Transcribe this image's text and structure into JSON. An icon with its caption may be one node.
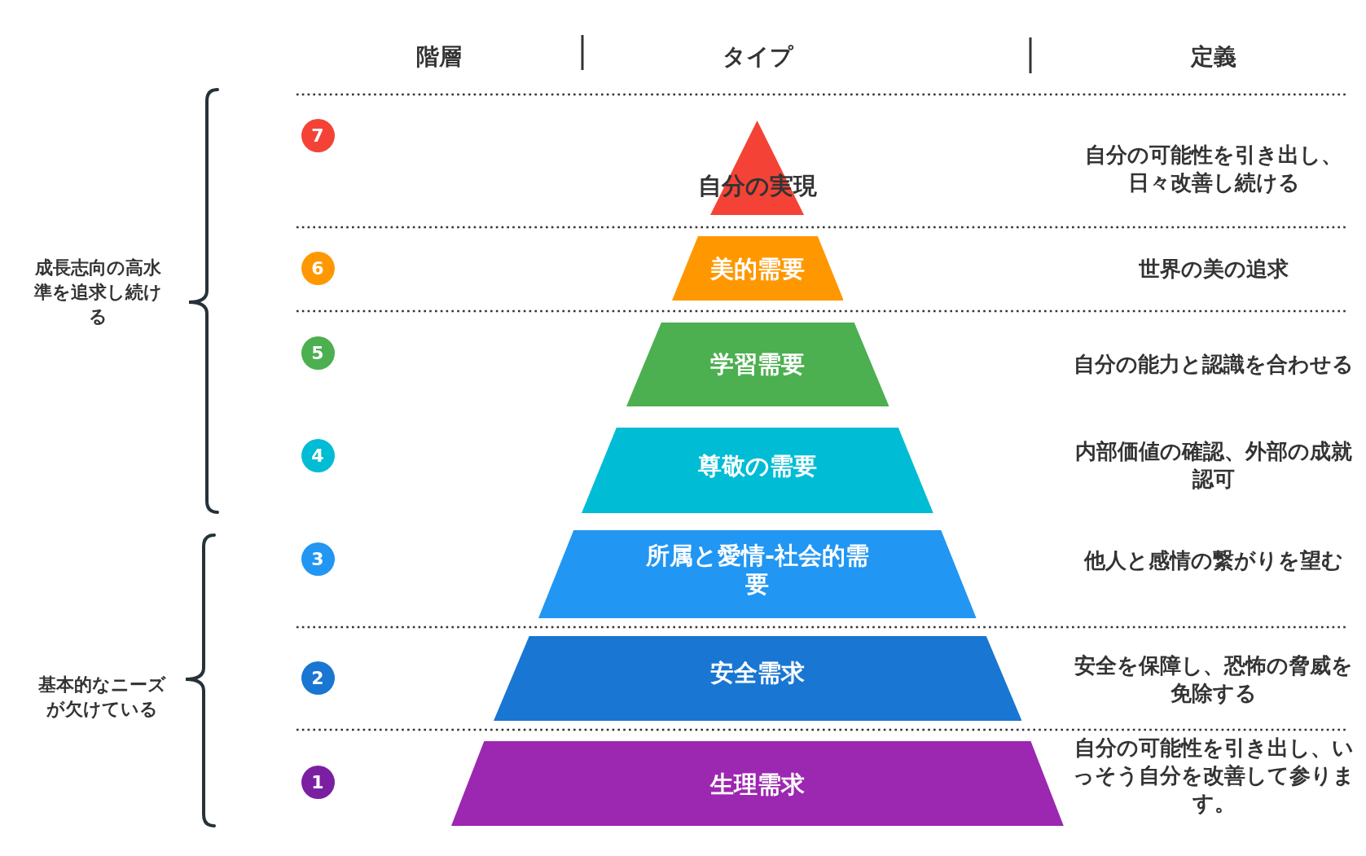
{
  "diagram": {
    "nodes": [
      {
        "text": [
          "7"
        ]
      },
      {
        "text": [
          "自分の実現"
        ]
      },
      {
        "text": [
          "6"
        ]
      },
      {
        "text": [
          "美的需要"
        ]
      },
      {
        "text": [
          "5"
        ]
      },
      {
        "text": [
          "学習需要"
        ]
      },
      {
        "text": [
          "4"
        ]
      },
      {
        "text": [
          "尊敬の需要"
        ]
      },
      {
        "text": [
          "3"
        ]
      },
      {
        "text": [
          "所属と愛情-社会的需要"
        ]
      },
      {
        "text": [
          "2"
        ]
      },
      {
        "text": [
          "安全需求"
        ]
      },
      {
        "text": [
          "1"
        ]
      },
      {
        "text": [
          "生理需求"
        ]
      }
    ],
    "labels": [
      "階層",
      "タイプ",
      "定義",
      "自分の可能性を引き出し、日々改善し続ける",
      "世界の美の追求",
      "成長志向の高水準を追求し続ける",
      "自分の能力と認識を合わせる",
      "内部価値の確認、外部の成就認可",
      "他人と感情の繋がりを望む",
      "安全を保障し、恐怖の脅威を免除する",
      "基本的なニーズが欠けている",
      "自分の可能性を引き出し、いっそう自分を改善して参ります。"
    ]
  }
}
